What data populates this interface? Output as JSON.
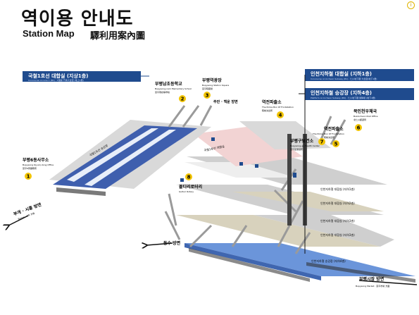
{
  "header": {
    "title_ko": "역이용 안내도",
    "title_en": "Station Map",
    "title_cn": "驛利用案內圖"
  },
  "info_icon": {
    "glyph": "i",
    "icon": "info-icon",
    "color": "#e0b400"
  },
  "banners": [
    {
      "main": "국철1호선 대합실 (지상1층)",
      "sub": "Concourse on Line 1 (B1) · 1號線 汽車大合室 (地上1層)"
    },
    {
      "main": "인천지하철 대합실 (지하1층)",
      "sub": "Concourse on Incheon Subway (B1) · 仁川地下鐵 大合室(地下1層)"
    },
    {
      "main": "인천지하철 승강장 (지하4층)",
      "sub": "Platform on Incheon Subway (B4) · 仁川地下鐵 乘降場 (地下4層)"
    }
  ],
  "places": [
    {
      "num": "1",
      "ko": "부평6동사무소",
      "en": "Bupyeong 6(yuk)-dong Office",
      "cn": "富平6洞事務所"
    },
    {
      "num": "2",
      "ko": "부평남초등학교",
      "en": "Bupyeong-nam Elementary School",
      "cn": "富平南初等學校"
    },
    {
      "num": "3",
      "ko": "부평역광장",
      "en": "Bupyeong Station Square",
      "cn": "富平驛廣場"
    },
    {
      "num": "4",
      "ko": "역전파출소",
      "en": "The Police Box Of Frontstation",
      "cn": "驛前派出所"
    },
    {
      "num": "5",
      "ko": "부평구보건소",
      "en": "Bupyeong-gu Health Center",
      "cn": "富平區保健所"
    },
    {
      "num": "6",
      "ko": "북인천우체국",
      "en": "Bukincheon Post Office",
      "cn": "北仁川郵遞局"
    },
    {
      "num": "7",
      "ko": "역전파출소",
      "en": "The Police Box Of Frontstation",
      "cn": "驛前派出所"
    },
    {
      "num": "8",
      "ko": "몰디리로터리",
      "en": "Gulturi Rotary",
      "cn": ""
    }
  ],
  "route_labels": {
    "junan": "주안 · 백운 방면",
    "bugae": "부개 · 시흥 방면",
    "bugae_sub": "Bugae · 시흥 方面",
    "dongsu": "동수 방면",
    "market": "부평시장 방면",
    "market_sub": "Bupyeong Market · 富平市場 方面"
  },
  "level_labels": {
    "platform1": "국철1호선 승강장",
    "conc1": "국철1호선 대합실",
    "conc2": "인천지하철 대합실 (지하1층)",
    "mall1": "인천지하철 대합실 (지하2층)",
    "mall2": "인천지하철 대합실 (지하3층)",
    "mall3": "인천지하철 대합실 (지하3층)",
    "sub_platform": "인천지하철 승강장 (지하4층)"
  },
  "colors": {
    "banner": "#1f4b8e",
    "line1_platform": "#3f5fae",
    "incheon_platform": "#5b8ad6",
    "concourse_pink": "#f2d3d3",
    "floor_gray": "#cfcfcf",
    "floor_beige": "#d8d2bd",
    "marker": "#f2c400"
  }
}
